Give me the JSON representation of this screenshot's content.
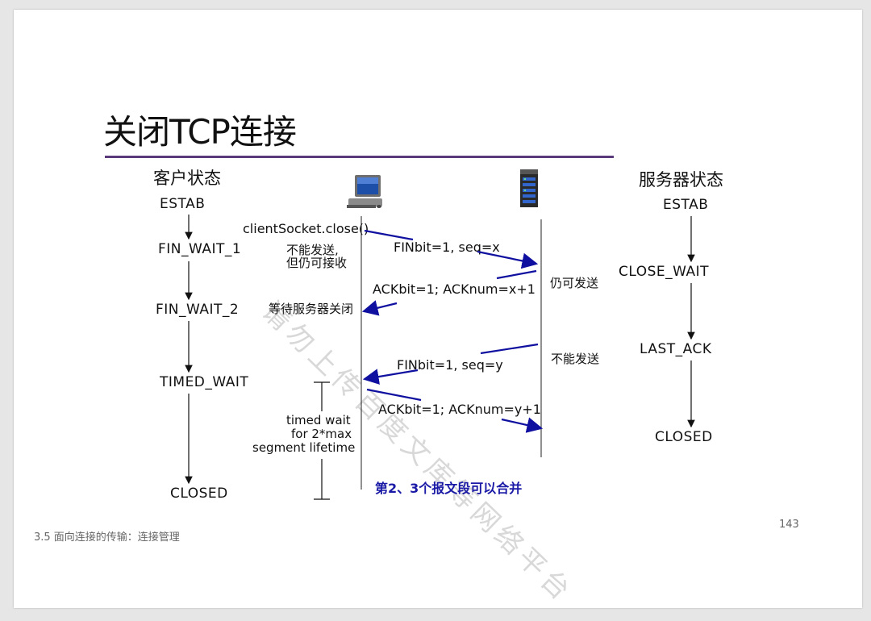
{
  "slide": {
    "title": "关闭TCP连接",
    "client_header": "客户状态",
    "server_header": "服务器状态",
    "client_states": [
      "ESTAB",
      "FIN_WAIT_1",
      "FIN_WAIT_2",
      "TIMED_WAIT",
      "CLOSED"
    ],
    "server_states": [
      "ESTAB",
      "CLOSE_WAIT",
      "LAST_ACK",
      "CLOSED"
    ],
    "client_call": "clientSocket.close()",
    "messages": {
      "fin1": "FINbit=1, seq=x",
      "ack1": "ACKbit=1; ACKnum=x+1",
      "fin2": "FINbit=1, seq=y",
      "ack2": "ACKbit=1; ACKnum=y+1"
    },
    "notes": {
      "cannot_send_line1": "不能发送,",
      "cannot_send_line2": "但仍可接收",
      "wait_server_close": "等待服务器关闭",
      "still_can_send": "仍可发送",
      "server_cannot_send": "不能发送",
      "timed_wait_line1": "timed wait",
      "timed_wait_line2": "for 2*max",
      "timed_wait_line3": "segment lifetime",
      "merge_note": "第2、3个报文段可以合并"
    },
    "watermark": "请勿上传百度文库等网络平台",
    "footer": "3.5  面向连接的传输：连接管理",
    "page_number": "143",
    "icons": {
      "client": "desktop-computer-icon",
      "server": "server-tower-icon"
    },
    "colors": {
      "arrow": "#1010a0",
      "title_rule": "#5a3a7a"
    }
  }
}
